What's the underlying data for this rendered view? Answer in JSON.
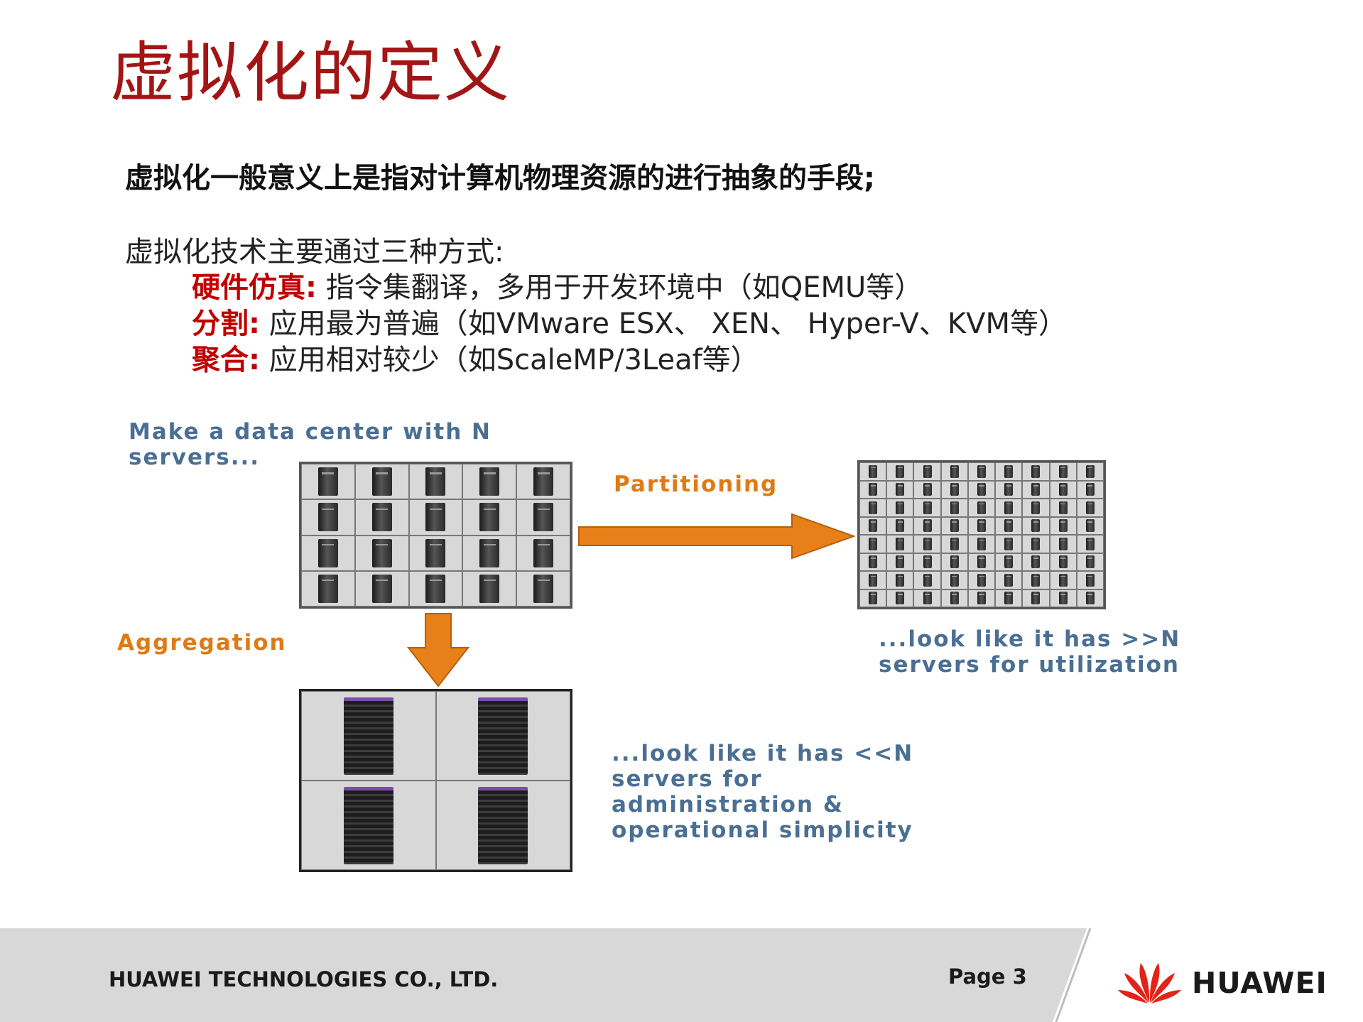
{
  "title": "虚拟化的定义",
  "definition": "虚拟化一般意义上是指对计算机物理资源的进行抽象的手段;",
  "intro": "虚拟化技术主要通过三种方式:",
  "methods": [
    {
      "name": "硬件仿真:",
      "desc": "指令集翻译，多用于开发环境中（如QEMU等）"
    },
    {
      "name": "分割:",
      "desc": "应用最为普遍（如VMware ESX、 XEN、 Hyper-V、KVM等）"
    },
    {
      "name": "聚合:",
      "desc": "应用相对较少（如ScaleMP/3Leaf等）"
    }
  ],
  "figure": {
    "caption_start_1": "Make a data center with N",
    "caption_start_2": "servers...",
    "partitioning": "Partitioning",
    "aggregation": "Aggregation",
    "caption_more_1": "...look like it has >>N",
    "caption_more_2": "servers for utilization",
    "caption_less_1": "...look like it has <<N",
    "caption_less_2": "servers for",
    "caption_less_3": "administration &",
    "caption_less_4": "operational simplicity",
    "arrow_color": "#e8801a"
  },
  "footer": {
    "company": "HUAWEI TECHNOLOGIES CO., LTD.",
    "page": "Page 3",
    "brand": "HUAWEI",
    "brand_color": "#e2231a"
  }
}
